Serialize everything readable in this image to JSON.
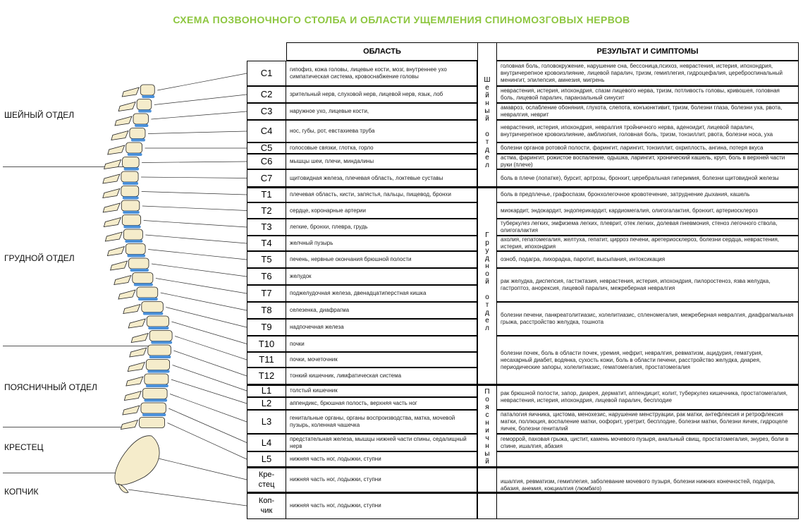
{
  "title": "СХЕМА ПОЗВОНОЧНОГО СТОЛБА И ОБЛАСТИ УЩЕМЛЕНИЯ СПИНОМОЗГОВЫХ НЕРВОВ",
  "regions": [
    {
      "label": "ШЕЙНЫЙ ОТДЕЛ"
    },
    {
      "label": "ГРУДНОЙ ОТДЕЛ"
    },
    {
      "label": "ПОЯСНИЧНЫЙ  ОТДЕЛ"
    },
    {
      "label": "КРЕСТЕЦ"
    },
    {
      "label": "КОПЧИК"
    }
  ],
  "headers": {
    "area": "ОБЛАСТЬ",
    "symptoms": "РЕЗУЛЬТАТ И СИМПТОМЫ"
  },
  "section_labels": {
    "cervical": "Ш\nе\nй\nн\nы\nй\n\nо\nт\nд\nе\nл",
    "thoracic": "Г\nр\nу\nд\nн\nо\nй\n\nо\nт\nд\nе\nл",
    "lumbar": "П\nо\nя\nс\nн\nи\nч\nн\nы\nй"
  },
  "vertebrae": [
    {
      "id": "C1",
      "area": "гипофиз, кожа головы, лицевые кости, мозг, внутреннее ухо симпатическая система, кровоснабжение головы"
    },
    {
      "id": "C2",
      "area": "зрительный нерв, слуховой нерв, лицевой нерв, язык, лоб"
    },
    {
      "id": "C3",
      "area": "наружное ухо, лицевые кости,"
    },
    {
      "id": "C4",
      "area": "нос, губы, рот, евстахиева труба"
    },
    {
      "id": "C5",
      "area": "голосовые связки, глотка, горло"
    },
    {
      "id": "C6",
      "area": "мышцы шеи, плечи, миндалины"
    },
    {
      "id": "C7",
      "area": "щитовидная железа, плечевая область, локтевые суставы"
    },
    {
      "id": "T1",
      "area": "плечевая область, кисти, запястья, пальцы, пищевод, бронхи"
    },
    {
      "id": "T2",
      "area": "сердце, коронарные артерии"
    },
    {
      "id": "T3",
      "area": "легкие, бронхи, плевра, грудь"
    },
    {
      "id": "T4",
      "area": "желчный пузырь"
    },
    {
      "id": "T5",
      "area": "печень, нервные окончания брюшной полости"
    },
    {
      "id": "T6",
      "area": "желудок"
    },
    {
      "id": "T7",
      "area": "поджелудочная железа, двенадцатиперстная кишка"
    },
    {
      "id": "T8",
      "area": "селезенка, диафрагма"
    },
    {
      "id": "T9",
      "area": "надпочечная железа"
    },
    {
      "id": "T10",
      "area": "почки"
    },
    {
      "id": "T11",
      "area": "почки, мочеточник"
    },
    {
      "id": "T12",
      "area": "тонкий кишечник, лимфатическая система"
    },
    {
      "id": "L1",
      "area": "толстый кишечник"
    },
    {
      "id": "L2",
      "area": "аппендикс, брюшная полость, верхняя часть ног"
    },
    {
      "id": "L3",
      "area": "генитальные органы, органы воспроизводства, матка, мочевой пузырь, коленная чашечка"
    },
    {
      "id": "L4",
      "area": "предстательная железа, мышцы нижней части спины, седалищный нерв"
    },
    {
      "id": "L5",
      "area": "нижняя часть ног, лодыжки, ступни"
    },
    {
      "id": "Кре-\nстец",
      "area": "нижняя часть ног, лодыжки, ступни"
    },
    {
      "id": "Коп-\nчик",
      "area": "нижняя часть ног, лодыжки, ступни"
    }
  ],
  "symptoms": [
    "головная боль, головокружение, нарушение сна, бессоница,психоз, неврастения, истерия, ипохондрия, внутричерепное кровоизлияние, лицевой паралич, тризм, гемиплегия, гидроцефалия, цереброспинальный менингит, эпилепсия, амнезия, мигрень",
    "неврастения, истерия, ипохондрия, спазм лицевого нерва, тризм, потливость головы, кривошея, головная боль, лицевой паралич, паранзальный синусит",
    "амавроз, ослабление обоняния, глухота, слепота, конъюнктивит, тризм, болезни глаза, болезни уха, рвота, невралгия, неврит",
    "неврастения, истерия, ипохондрия, невралгия тройничного нерва, аденоидит, лицевой паралич, внутричерепное кровоизлияние, амблиопия, головная боль, тризм, тонзиллит, рвота, болезни носа, уха",
    "болезни органов ротовой полости, фарингит, ларингит, тонзиллит, охриплость, ангина, потеря вкуса",
    "астма, фарингит, рожистое воспаление, одышка, ларингит, хронический кашель, круп, боль в верхней части руки (плече)",
    "боль в плече (лопатке), бурсит, артрозы, бронхит, церебральная гиперимия, болезни щитовидной железы",
    "боль в предплечье, графоспазм, бронхолегочное кровотечение, затруднение дыхания, кашель",
    "миокардит, эндокардит, эндоперикардит, кардиомегалия, олигогалактия, бронхит, артериосклероз",
    "туберкулез легких, эмфизема легких, плеврит, отек легких, долевая пневмония, стеноз легочного ствола, олигогалактия",
    "ахолия, гепатомегалия, желтуха, гепатит, цирроз печени, аретериосклероз, болезни сердца, неврастения, истерия, ипохондрия",
    "озноб, подагра, лихорадка, паротит, высыпания, интоксикация",
    "рак желудка, диспепсия, гастэктазия, неврастения, истерия, ипохондрия, пилоростеноз, язва желудка, гастроптоз, анорексия, лицевой паралич, межреберная невралгия",
    "болезни печени, панкреатолитиазис, холелитиазис, спленомегалия, межреберная невралгия, диафрагмальная грыжа, расстройство желудка, тошнота",
    "болезни почек, боль в области почек, уремия, нефрит, невралгия, ревматизм, ацидурия, гематурия, несахарный диабет, водянка, сухость кожи, боль в области печени, расстройство желудка, диарея, периодические запоры, холелитиазис, гематомегалия, простатомегалия",
    "рак брюшной полости, запор, диарея, дерматит, аппендицит, колит, туберкулез кишечника, простатомегалия, неврастения, истерия, ипохондрия, лицевой паралич, бесплодие",
    "паталогия яичника, цистома, менохезис, нарушение менструации, рак матки, антефлексия и ретрофлексия матки, поллюция, воспаление матки, оофорит, уретрит, бесплодие, болезни матки, болезни яичек, гидроцеле яичек, болезни гениталий",
    "геморрой, паховая грыжа, цистит, камень мочевого пузыря, анальный свищ, простатомегалия, энурез, боли в спине, ишалгия, абазия",
    "ишалгия, ревматизм, гемиплегия, заболевание мочевого пузыря, болезни нижних конечностей, подагра, абазия, анемия, кокциалгия (люмбаго)"
  ],
  "colors": {
    "title": "#8dc63f",
    "bone": "#f5eccb",
    "disc": "#4a90d9"
  }
}
